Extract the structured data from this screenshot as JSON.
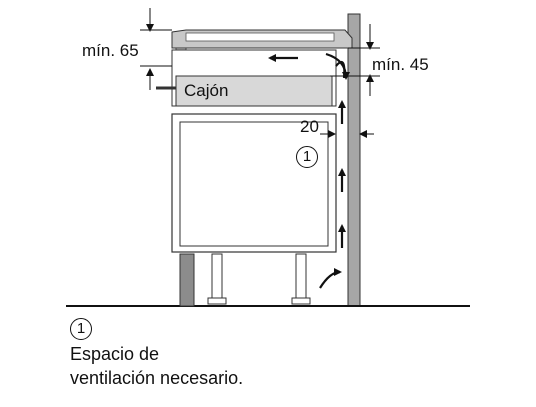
{
  "labels": {
    "min_top": "mín. 65",
    "min_right": "mín. 45",
    "drawer": "Cajón",
    "gap": "20",
    "marker": "1"
  },
  "legend": {
    "marker": "1",
    "line1": "Espacio de",
    "line2": "ventilación necesario."
  },
  "colors": {
    "wall": "#a6a6a6",
    "countertop": "#c8c8c8",
    "drawer": "#d8d8d8",
    "floor_column": "#8c8c8c",
    "arrow": "#111111"
  },
  "icons": {
    "airflow": "arrow-icon",
    "marker": "circled-number-icon"
  }
}
